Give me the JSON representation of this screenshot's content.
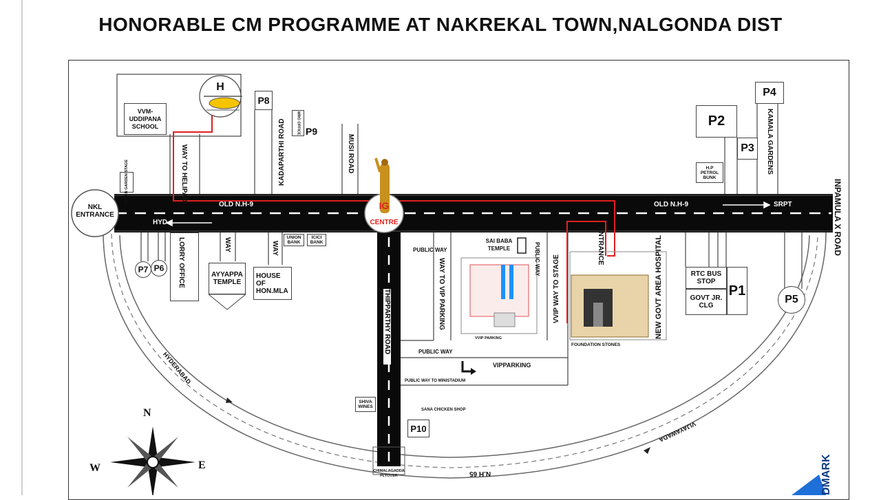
{
  "title": "HONORABLE CM PROGRAMME AT NAKREKAL TOWN,NALGONDA DIST",
  "roads": {
    "nh9_left": "OLD N.H-9",
    "nh9_right": "OLD N.H-9",
    "srpt": "SRPT",
    "hyd": "HYD",
    "thipparthy": "THIPPARTHY ROAD",
    "inpamula": "INPAMULA X ROAD",
    "kadaparthi": "KADAPARTHI ROAD",
    "musi": "MUSI ROAD",
    "kamala": "KAMALA GARDENS",
    "hyderabad_arc": "HYDERABAD",
    "vijayawada_arc": "VIJAYAWADA",
    "nh65": "N.H 65"
  },
  "landmarks": {
    "nkl_entrance": "NKL ENTRANCE",
    "ig_centre_line1": "IG",
    "ig_centre_line2": "CENTRE",
    "vvm_school": "VVM-UDDIPANA SCHOOL",
    "helipad_h": "H",
    "way_to_helipad": "WAY TO HELIPAD",
    "baran_stage": "BARAN GARDEN STAGE",
    "mro_office": "MRO OFFICE",
    "hp_petrol": "H.P PETROL BUNK",
    "lorry_office": "LORRY OFFICE",
    "way1": "WAY",
    "ayyappa": "AYYAPPA TEMPLE",
    "way2": "WAY",
    "house_mla": "HOUSE OF HON.MLA",
    "union_bank": "UNION BANK",
    "icici_bank": "ICICI BANK",
    "public_way_1": "PUBLIC WAY",
    "way_to_vip_parking": "WAY TO VIP PARKING",
    "sai_baba": "SAI BABA TEMPLE",
    "public_way_v": "PUBLIC WAY",
    "vvip_way": "VVIP WAY TO STAGE",
    "entrance": "ENTRANCE",
    "hospital": "NEW GOVT AREA HOSPITAL",
    "foundation": "FOUNDATION STONES",
    "public_way_2": "PUBLIC WAY",
    "vip_parking": "VIPPARKING",
    "vvip_parking": "VVIP PARKING",
    "public_way_mini": "PUBLIC WAY TO MINISTADIUM",
    "sana_chicken": "SANA CHICKEN SHOP",
    "shiva_wines": "SHIVA WINES",
    "cheemalagadda": "CHIMALAGADDA FLYOVER",
    "rtc_bus": "RTC BUS STOP",
    "govt_jr": "GOVT JR. CLG"
  },
  "parking": {
    "p1": "P1",
    "p2": "P2",
    "p3": "P3",
    "p4": "P4",
    "p5": "P5",
    "p6": "P6",
    "p7": "P7",
    "p8": "P8",
    "p9": "P9",
    "p10": "P10"
  },
  "compass": {
    "n": "N",
    "e": "E",
    "w": "W"
  },
  "logo": "DMARK",
  "colors": {
    "road": "#0a0a0a",
    "route": "#e02020",
    "helicopter": "#f5c400",
    "statue": "#c8901c",
    "accent_blue": "#1e90ff"
  }
}
